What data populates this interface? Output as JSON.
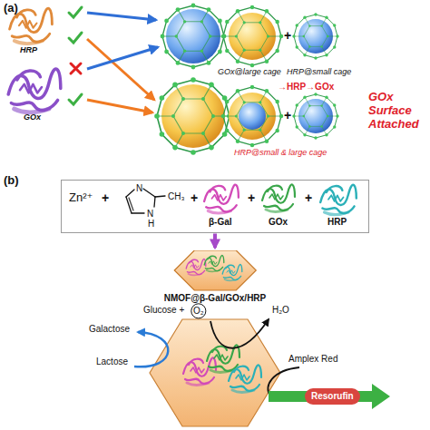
{
  "diagram": {
    "nodes": [
      {
        "text": [
          "Zn²⁺",
          "+",
          "N",
          "N",
          "H",
          "CH₃",
          "+",
          "β-Gal",
          "+",
          "GOx",
          "+",
          "HRP"
        ]
      },
      {
        "text": [
          "NMOF@β-Gal/GOx/HRP"
        ]
      },
      {
        "text": [
          "O₂"
        ]
      },
      {
        "text": [
          "Resorufin"
        ]
      }
    ],
    "edges": [
      {
        "from": 0,
        "to": 1,
        "arrow": "to"
      }
    ],
    "labels": [
      "(a)",
      "HRP",
      "GOx",
      "GOx@large cage",
      "+",
      "HRP@small cage",
      "→HRP→GOx",
      "HRP@small & large cage",
      "+",
      "GOx Surface Attached",
      "(b)",
      "Glucose +",
      "H₂O",
      "Galactose",
      "Lactose",
      "Amplex Red"
    ]
  }
}
